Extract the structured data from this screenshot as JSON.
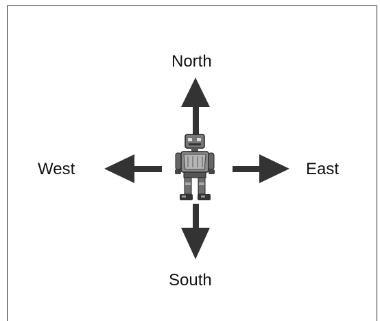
{
  "directions": {
    "north": "North",
    "south": "South",
    "west": "West",
    "east": "East"
  },
  "icons": {
    "center": "robot-icon",
    "arrows": [
      "arrow-up-icon",
      "arrow-down-icon",
      "arrow-left-icon",
      "arrow-right-icon"
    ]
  },
  "colors": {
    "arrow": "#333333",
    "border": "#222222",
    "background": "#ffffff"
  }
}
